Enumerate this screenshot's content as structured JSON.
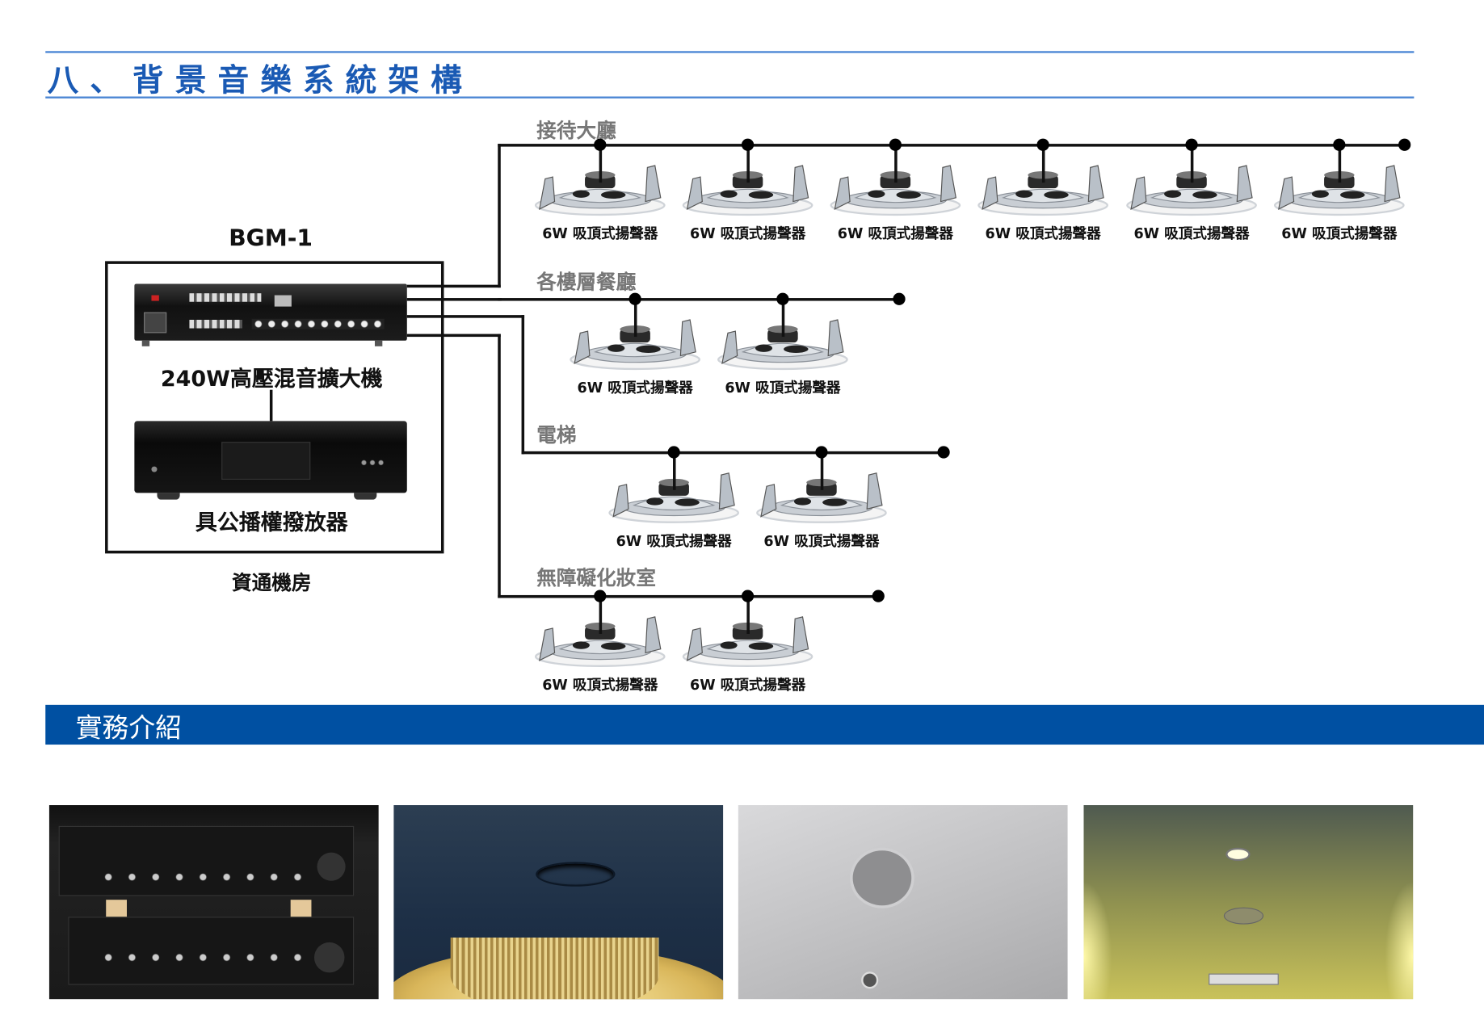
{
  "header": {
    "title": "八、背景音樂系統架構"
  },
  "equipment_room": {
    "system_id": "BGM-1",
    "amplifier_label": "240W高壓混音擴大機",
    "player_label": "具公播權撥放器",
    "room_label": "資通機房"
  },
  "zones": [
    {
      "name": "接待大廳",
      "speakers": [
        "6W 吸頂式揚聲器",
        "6W 吸頂式揚聲器",
        "6W 吸頂式揚聲器",
        "6W 吸頂式揚聲器",
        "6W 吸頂式揚聲器",
        "6W 吸頂式揚聲器"
      ]
    },
    {
      "name": "各樓層餐廳",
      "speakers": [
        "6W 吸頂式揚聲器",
        "6W 吸頂式揚聲器"
      ]
    },
    {
      "name": "電梯",
      "speakers": [
        "6W 吸頂式揚聲器",
        "6W 吸頂式揚聲器"
      ]
    },
    {
      "name": "無障礙化妝室",
      "speakers": [
        "6W 吸頂式揚聲器",
        "6W 吸頂式揚聲器"
      ]
    }
  ],
  "practice": {
    "title": "實務介紹"
  },
  "colors": {
    "title_blue": "#1a5ab4",
    "banner_blue": "#0050a2",
    "rule_blue": "#4a86d4"
  }
}
